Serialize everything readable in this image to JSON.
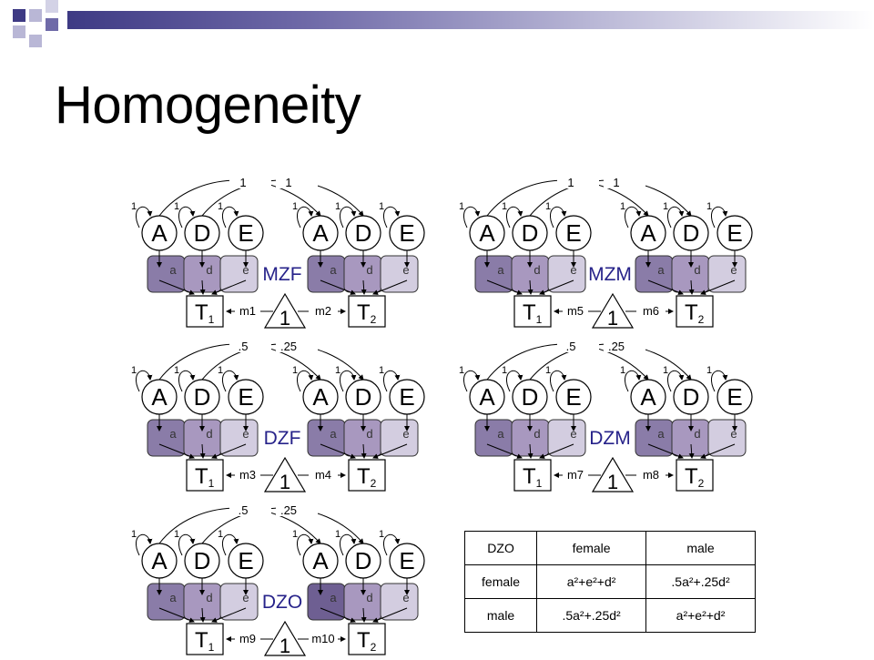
{
  "slide": {
    "title": "Homogeneity",
    "accent_dark": "#3e3a84",
    "accent_light": "#c9c7e0"
  },
  "models": [
    {
      "group": "MZF",
      "corr_A": "1",
      "corr_D": "1",
      "latents": [
        "A",
        "D",
        "E"
      ],
      "paths": [
        "a",
        "d",
        "e"
      ],
      "var": "1",
      "t1": "T",
      "t1_sub": "1",
      "t2": "T",
      "t2_sub": "2",
      "mean_node": "1",
      "m_left": "m1",
      "m_right": "m2",
      "fill_t1": "#8a7ca8",
      "fill_t2": "#8a7ca8"
    },
    {
      "group": "MZM",
      "corr_A": "1",
      "corr_D": "1",
      "latents": [
        "A",
        "D",
        "E"
      ],
      "paths": [
        "a",
        "d",
        "e"
      ],
      "var": "1",
      "t1": "T",
      "t1_sub": "1",
      "t2": "T",
      "t2_sub": "2",
      "mean_node": "1",
      "m_left": "m5",
      "m_right": "m6",
      "fill_t1": "#8a7ca8",
      "fill_t2": "#8a7ca8"
    },
    {
      "group": "DZF",
      "corr_A": ".5",
      "corr_D": ".25",
      "latents": [
        "A",
        "D",
        "E"
      ],
      "paths": [
        "a",
        "d",
        "e"
      ],
      "var": "1",
      "t1": "T",
      "t1_sub": "1",
      "t2": "T",
      "t2_sub": "2",
      "mean_node": "1",
      "m_left": "m3",
      "m_right": "m4",
      "fill_t1": "#8a7ca8",
      "fill_t2": "#8a7ca8"
    },
    {
      "group": "DZM",
      "corr_A": ".5",
      "corr_D": ".25",
      "latents": [
        "A",
        "D",
        "E"
      ],
      "paths": [
        "a",
        "d",
        "e"
      ],
      "var": "1",
      "t1": "T",
      "t1_sub": "1",
      "t2": "T",
      "t2_sub": "2",
      "mean_node": "1",
      "m_left": "m7",
      "m_right": "m8",
      "fill_t1": "#8a7ca8",
      "fill_t2": "#8a7ca8"
    },
    {
      "group": "DZO",
      "corr_A": ".5",
      "corr_D": ".25",
      "latents": [
        "A",
        "D",
        "E"
      ],
      "paths": [
        "a",
        "d",
        "e"
      ],
      "var": "1",
      "t1": "T",
      "t1_sub": "1",
      "t2": "T",
      "t2_sub": "2",
      "mean_node": "1",
      "m_left": "m9",
      "m_right": "m10",
      "fill_t1": "#8a7ca8",
      "fill_t2": "#6e5f92"
    }
  ],
  "table": {
    "header": [
      "DZO",
      "female",
      "male"
    ],
    "rows": [
      {
        "label": "female",
        "c1": "a²+e²+d²",
        "c2": ".5a²+.25d²"
      },
      {
        "label": "male",
        "c1": ".5a²+.25d²",
        "c2": "a²+e²+d²"
      }
    ]
  }
}
